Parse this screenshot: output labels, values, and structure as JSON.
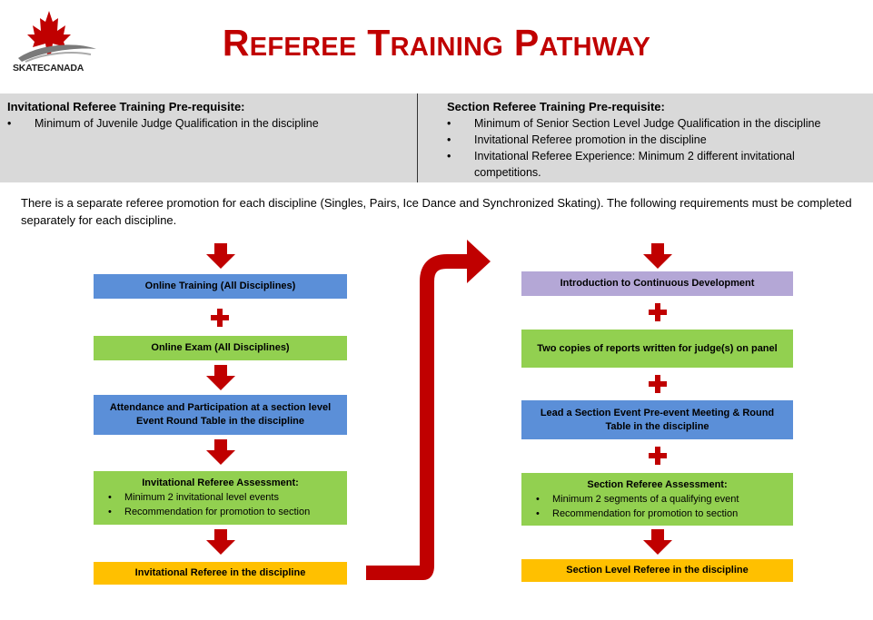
{
  "header": {
    "title": "Referee Training Pathway",
    "logo_text": "SKATECANADA"
  },
  "prerequisites": {
    "left": {
      "heading": "Invitational Referee Training Pre-requisite:",
      "items": [
        "Minimum of Juvenile Judge Qualification in the discipline"
      ]
    },
    "right": {
      "heading": "Section Referee Training Pre-requisite:",
      "items": [
        "Minimum of Senior Section Level Judge Qualification in the discipline",
        "Invitational Referee promotion in the discipline",
        "Invitational Referee Experience: Minimum 2 different invitational competitions."
      ]
    }
  },
  "intro": "There is a separate referee promotion for each discipline (Singles, Pairs, Ice Dance and Synchronized Skating). The following requirements must be completed separately for each discipline.",
  "left_flow": {
    "online_training": "Online Training (All Disciplines)",
    "online_exam": "Online Exam (All Disciplines)",
    "round_table": "Attendance and Participation at a section level Event Round Table in the discipline",
    "assessment_title": "Invitational Referee Assessment:",
    "assessment_items": [
      "Minimum 2 invitational level events",
      "Recommendation for promotion to section"
    ],
    "result": "Invitational Referee in the discipline"
  },
  "right_flow": {
    "intro_cd": "Introduction to Continuous Development",
    "reports": "Two copies of reports written for judge(s) on panel",
    "lead_meeting": "Lead a Section Event Pre-event Meeting & Round Table in the discipline",
    "assessment_title": "Section Referee Assessment:",
    "assessment_items": [
      "Minimum 2 segments of a qualifying event",
      "Recommendation for promotion to section"
    ],
    "result": "Section Level Referee in the discipline"
  },
  "colors": {
    "title_red": "#c00000",
    "arrow_red": "#c00000",
    "blue": "#5b8fd8",
    "green": "#92d050",
    "yellow": "#ffc000",
    "purple": "#b4a7d6",
    "band_gray": "#d9d9d9"
  },
  "icons": {
    "logo": "maple-leaf-skate-icon",
    "down_arrow": "down-arrow-icon",
    "plus": "plus-icon",
    "connector": "curved-up-arrow-icon"
  }
}
